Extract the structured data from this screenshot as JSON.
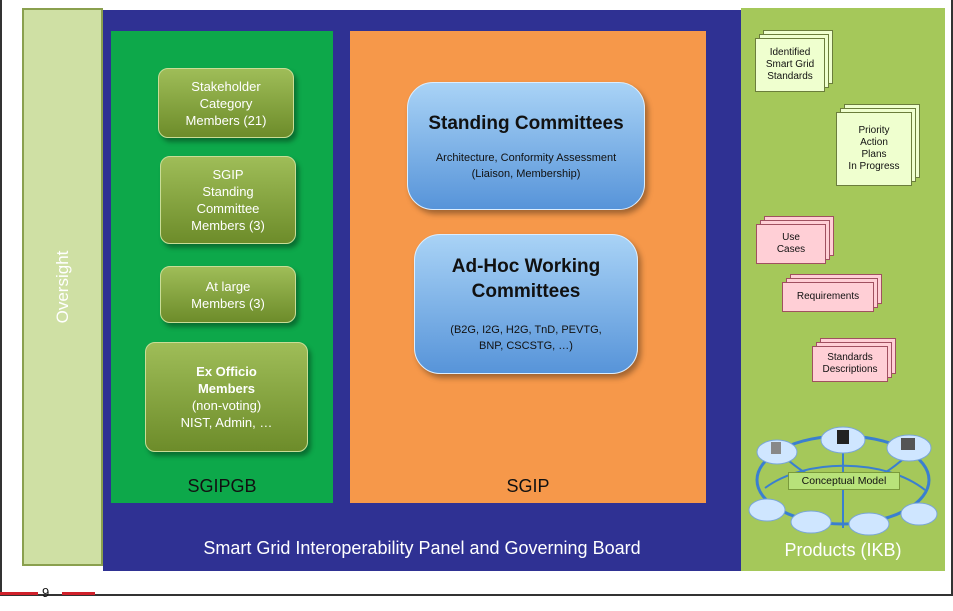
{
  "oversight": "Oversight",
  "panel_label": "Smart Grid Interoperability Panel and Governing Board",
  "sgipgb": {
    "label": "SGIPGB",
    "boxes": [
      {
        "lines": [
          "Stakeholder",
          "Category",
          "Members (21)"
        ]
      },
      {
        "lines": [
          "SGIP",
          "Standing",
          "Committee",
          "Members (3)"
        ]
      },
      {
        "lines": [
          "At large",
          "Members (3)"
        ]
      },
      {
        "title": [
          "Ex Officio",
          "Members"
        ],
        "lines": [
          "(non-voting)",
          "NIST,  Admin, …"
        ]
      }
    ]
  },
  "sgip": {
    "label": "SGIP",
    "standing": {
      "title": "Standing Committees",
      "sub": [
        "Architecture, Conformity Assessment",
        "(Liaison, Membership)"
      ]
    },
    "adhoc": {
      "title": [
        "Ad-Hoc Working",
        "Committees"
      ],
      "sub": [
        "(B2G, I2G, H2G, TnD, PEVTG,",
        "BNP, CSCSTG, …)"
      ]
    }
  },
  "products": {
    "label": "Products (IKB)",
    "docs": [
      {
        "lines": [
          "Identified",
          "Smart Grid",
          "Standards"
        ]
      },
      {
        "lines": [
          "Priority",
          "Action",
          "Plans",
          "In Progress"
        ]
      },
      {
        "lines": [
          "Use",
          "Cases"
        ]
      },
      {
        "lines": [
          "Requirements"
        ]
      },
      {
        "lines": [
          "Standards",
          "Descriptions"
        ]
      }
    ],
    "conceptual_model": "Conceptual Model"
  },
  "page_number": "9"
}
